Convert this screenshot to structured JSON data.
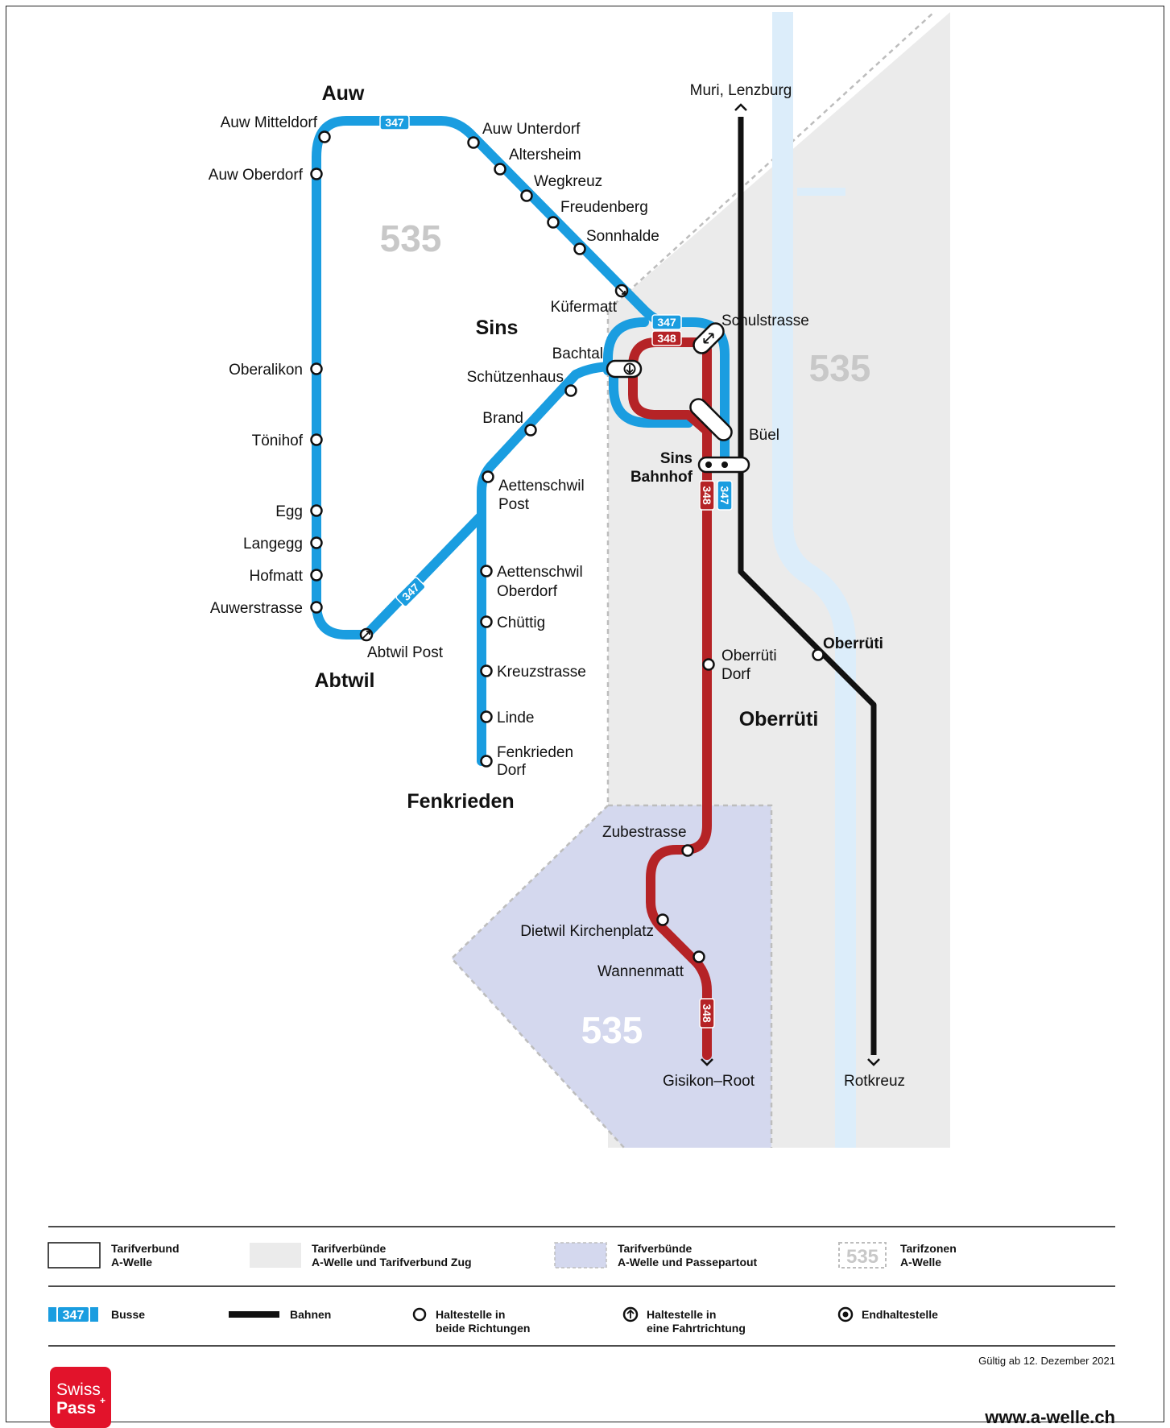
{
  "colors": {
    "line_347": "#1a9de0",
    "line_348": "#b52326",
    "rail": "#111111",
    "zone_zug": "#ebebeb",
    "zone_passepartout": "#d4d8ee",
    "river": "#dcedfa",
    "zone_number": "#c8c8c8",
    "swisspass": "#e2132b"
  },
  "towns": {
    "auw": "Auw",
    "sins": "Sins",
    "abtwil": "Abtwil",
    "fenkrieden": "Fenkrieden",
    "oberrueti": "Oberrüti"
  },
  "zones": {
    "z1": "535",
    "z2": "535",
    "z3": "535"
  },
  "badges": {
    "b347": "347",
    "b348": "348"
  },
  "stops": {
    "auw_mitteldorf": "Auw Mitteldorf",
    "auw_oberdorf": "Auw Oberdorf",
    "oberalikon": "Oberalikon",
    "toenihof": "Tönihof",
    "egg": "Egg",
    "langegg": "Langegg",
    "hofmatt": "Hofmatt",
    "auwerstrasse": "Auwerstrasse",
    "abtwil_post": "Abtwil Post",
    "auw_unterdorf": "Auw Unterdorf",
    "altersheim": "Altersheim",
    "wegkreuz": "Wegkreuz",
    "freudenberg": "Freudenberg",
    "sonnhalde": "Sonnhalde",
    "kuefermatt": "Küfermatt",
    "bachtal": "Bachtal",
    "schuetzenhaus": "Schützenhaus",
    "brand": "Brand",
    "aettenschwil_post_1": "Aettenschwil",
    "aettenschwil_post_2": "Post",
    "aettenschwil_oberdorf_1": "Aettenschwil",
    "aettenschwil_oberdorf_2": "Oberdorf",
    "chuettig": "Chüttig",
    "kreuzstrasse": "Kreuzstrasse",
    "linde": "Linde",
    "fenkrieden_dorf_1": "Fenkrieden",
    "fenkrieden_dorf_2": "Dorf",
    "schulstrasse": "Schulstrasse",
    "bueel": "Büel",
    "sins_bahnhof_1": "Sins",
    "sins_bahnhof_2": "Bahnhof",
    "oberrueti_dorf_1": "Oberrüti",
    "oberrueti_dorf_2": "Dorf",
    "oberrueti_station": "Oberrüti",
    "zubestrasse": "Zubestrasse",
    "dietwil_kirchenplatz": "Dietwil Kirchenplatz",
    "wannenmatt": "Wannenmatt",
    "gisikon_root": "Gisikon–Root",
    "muri_lenzburg": "Muri, Lenzburg",
    "rotkreuz": "Rotkreuz"
  },
  "legend": {
    "tv_awelle_1": "Tarifverbund",
    "tv_awelle_2": "A-Welle",
    "tv_zug_1": "Tarifverbünde",
    "tv_zug_2": "A-Welle und Tarifverbund Zug",
    "tv_pp_1": "Tarifverbünde",
    "tv_pp_2": "A-Welle und Passepartout",
    "zone_sample": "535",
    "zones_1": "Tarifzonen",
    "zones_2": "A-Welle",
    "bus_badge": "347",
    "busse": "Busse",
    "bahnen": "Bahnen",
    "stop_both_1": "Haltestelle in",
    "stop_both_2": "beide Richtungen",
    "stop_one_1": "Haltestelle in",
    "stop_one_2": "eine Fahrtrichtung",
    "terminal": "Endhaltestelle"
  },
  "footer": {
    "valid": "Gültig ab 12. Dezember 2021",
    "logo_1": "Swiss",
    "logo_2": "Pass",
    "website": "www.a-welle.ch"
  }
}
